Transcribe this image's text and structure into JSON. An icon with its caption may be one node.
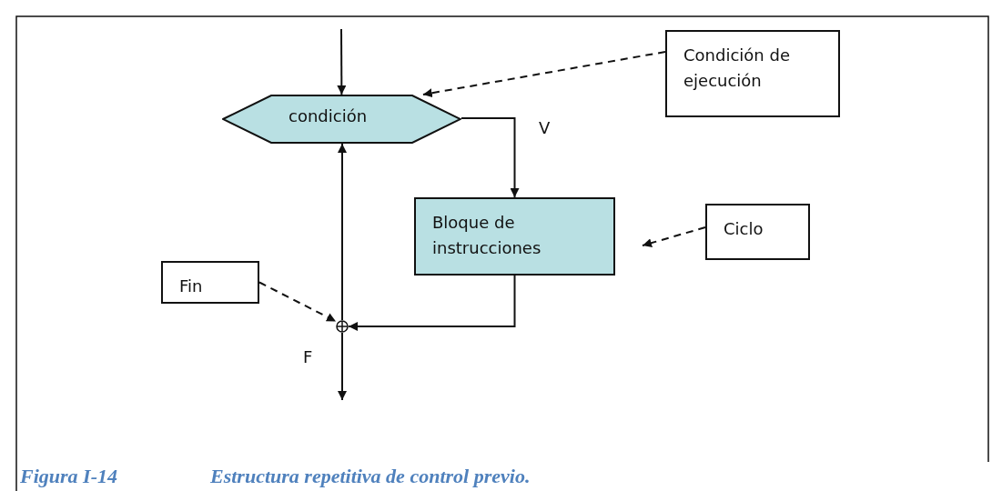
{
  "diagram": {
    "nodes": [
      {
        "text": [
          "condición"
        ]
      },
      {
        "text": [
          "Bloque de instrucciones"
        ]
      },
      {
        "text": [
          "Condición de ejecución"
        ]
      },
      {
        "text": [
          "Ciclo"
        ]
      },
      {
        "text": [
          "Fin"
        ]
      },
      {
        "text": [],
        "shape": "circle"
      }
    ],
    "edges": [
      {
        "from": null,
        "to": 0,
        "arrow": "to"
      },
      {
        "from": 0,
        "to": 1,
        "arrow": "to",
        "label": "V"
      },
      {
        "from": 1,
        "to": 5,
        "arrow": "to"
      },
      {
        "from": 5,
        "to": 0,
        "arrow": "to"
      },
      {
        "from": 5,
        "to": null,
        "arrow": "to",
        "label": "F"
      },
      {
        "from": 2,
        "to": 0,
        "arrow": "to",
        "style": "dashed"
      },
      {
        "from": 3,
        "to": null,
        "arrow": "to",
        "style": "dashed"
      },
      {
        "from": 4,
        "to": 5,
        "arrow": "to",
        "style": "dashed"
      }
    ],
    "labels": [
      "Figura I-14",
      "Estructura repetitiva de control previo."
    ]
  }
}
